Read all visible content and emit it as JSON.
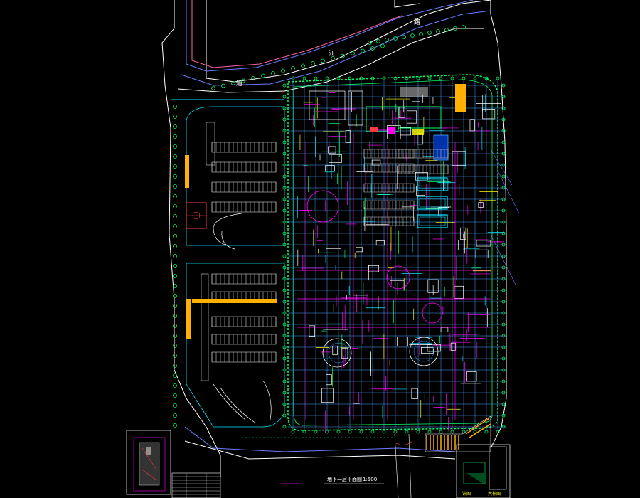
{
  "viewer": {
    "background": "#000000"
  },
  "drawing": {
    "site_plan_title": "地下一层平面图",
    "scale_text": "1:500",
    "road_labels": [
      "路",
      "江",
      "道"
    ],
    "detail_labels": [
      "详图",
      "大样图"
    ]
  },
  "colors": {
    "building_outline": "#00ff66",
    "grid": "#4aa3ff",
    "walls": "#ff00ff",
    "parking": "#cfcfcf",
    "ramps": "#ffb000",
    "site_boundary": "#ffffff",
    "road_line": "#6b7cff",
    "detail_red": "#ff3b3b",
    "cyan": "#00e5ff",
    "yellow": "#ffff00"
  },
  "icons": {
    "column_marker": "circle",
    "tree_marker": "small-circle"
  }
}
